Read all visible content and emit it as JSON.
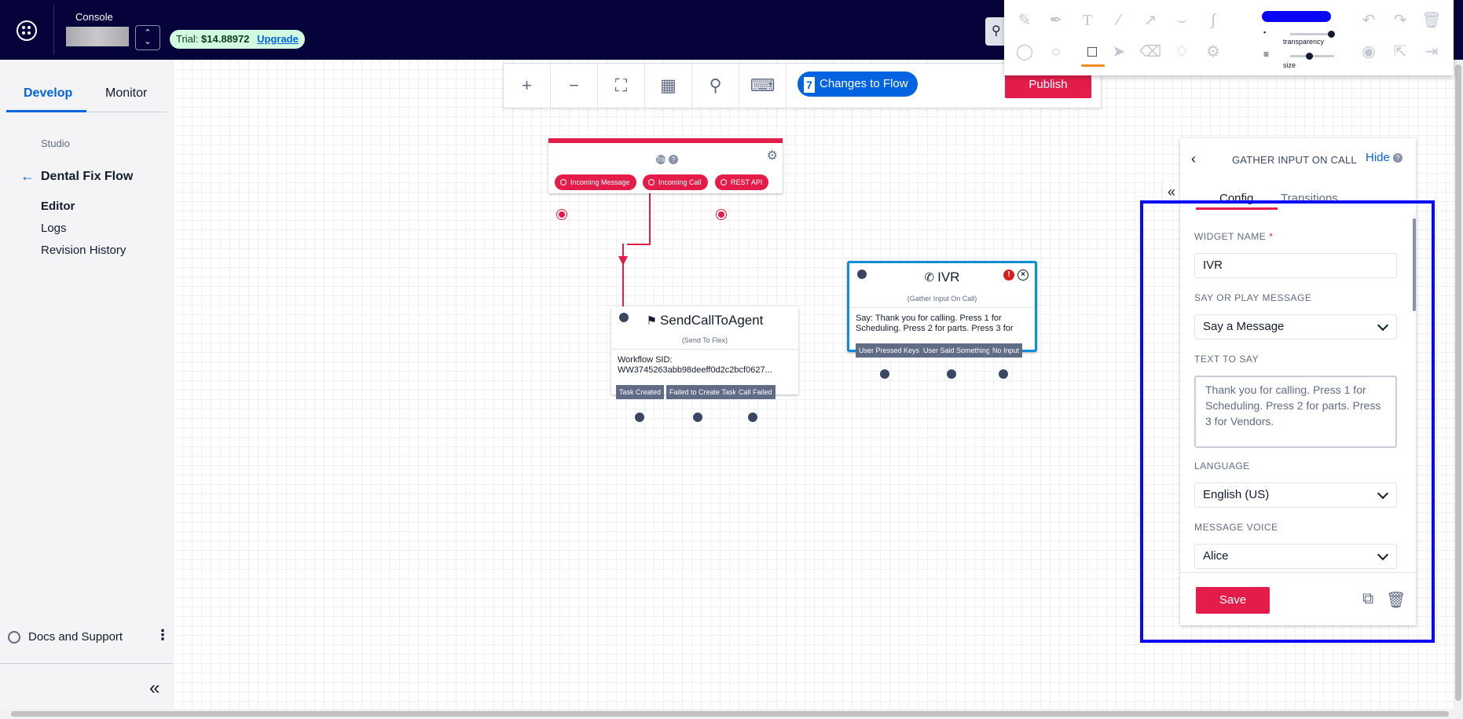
{
  "header": {
    "console_label": "Console",
    "trial_label": "Trial:",
    "trial_amount": "$14.88972",
    "upgrade_link": "Upgrade",
    "search_icon": "search-icon"
  },
  "sidebar": {
    "tabs": [
      {
        "label": "Develop",
        "active": true
      },
      {
        "label": "Monitor",
        "active": false
      }
    ],
    "section_label": "Studio",
    "flow_title": "Dental Fix Flow",
    "nav": [
      {
        "label": "Editor",
        "active": true
      },
      {
        "label": "Logs",
        "active": false
      },
      {
        "label": "Revision History",
        "active": false
      }
    ],
    "footer_label": "Docs and Support"
  },
  "toolbar": {
    "zoom_in": "+",
    "zoom_out": "−",
    "changes_count": "7",
    "changes_label": "Changes to Flow",
    "publish_label": "Publish"
  },
  "drawing_tools": {
    "transparency_label": "transparency",
    "size_label": "size",
    "accent_color": "#0a07f5"
  },
  "widgets": {
    "trigger": {
      "title": "Trigger",
      "help": "?",
      "pills": [
        "Incoming Message",
        "Incoming Call",
        "REST API"
      ]
    },
    "send_call_to_agent": {
      "title": "SendCallToAgent",
      "subtitle": "(Send To Flex)",
      "body_label": "Workflow SID:",
      "body_value": "WW3745263abb98deeff0d2c2bcf0627...",
      "transitions": [
        "Task Created",
        "Failed to Create Task",
        "Call Failed"
      ]
    },
    "ivr": {
      "title": "IVR",
      "subtitle": "(Gather Input On Call)",
      "body_line1": "Say: Thank you for calling. Press 1 for",
      "body_line2": "Scheduling. Press 2 for parts. Press 3 for",
      "transitions": [
        "User Pressed Keys",
        "User Said Something",
        "No Input"
      ]
    }
  },
  "panel": {
    "title": "GATHER INPUT ON CALL",
    "hide_label": "Hide",
    "tabs": [
      {
        "label": "Config",
        "active": true
      },
      {
        "label": "Transitions",
        "active": false
      }
    ],
    "widget_name_label": "WIDGET NAME",
    "required_mark": "*",
    "widget_name_value": "IVR",
    "say_or_play_label": "SAY OR PLAY MESSAGE",
    "say_or_play_value": "Say a Message",
    "text_to_say_label": "TEXT TO SAY",
    "text_to_say_value": "Thank you for calling. Press 1 for Scheduling. Press 2 for parts. Press 3 for Vendors.",
    "language_label": "LANGUAGE",
    "language_value": "English (US)",
    "voice_label": "MESSAGE VOICE",
    "voice_value": "Alice",
    "save_label": "Save"
  },
  "colors": {
    "topbar": "#06033a",
    "brand_red": "#e31c4a",
    "link_blue": "#0263e0",
    "selection": "#0a07f5"
  }
}
